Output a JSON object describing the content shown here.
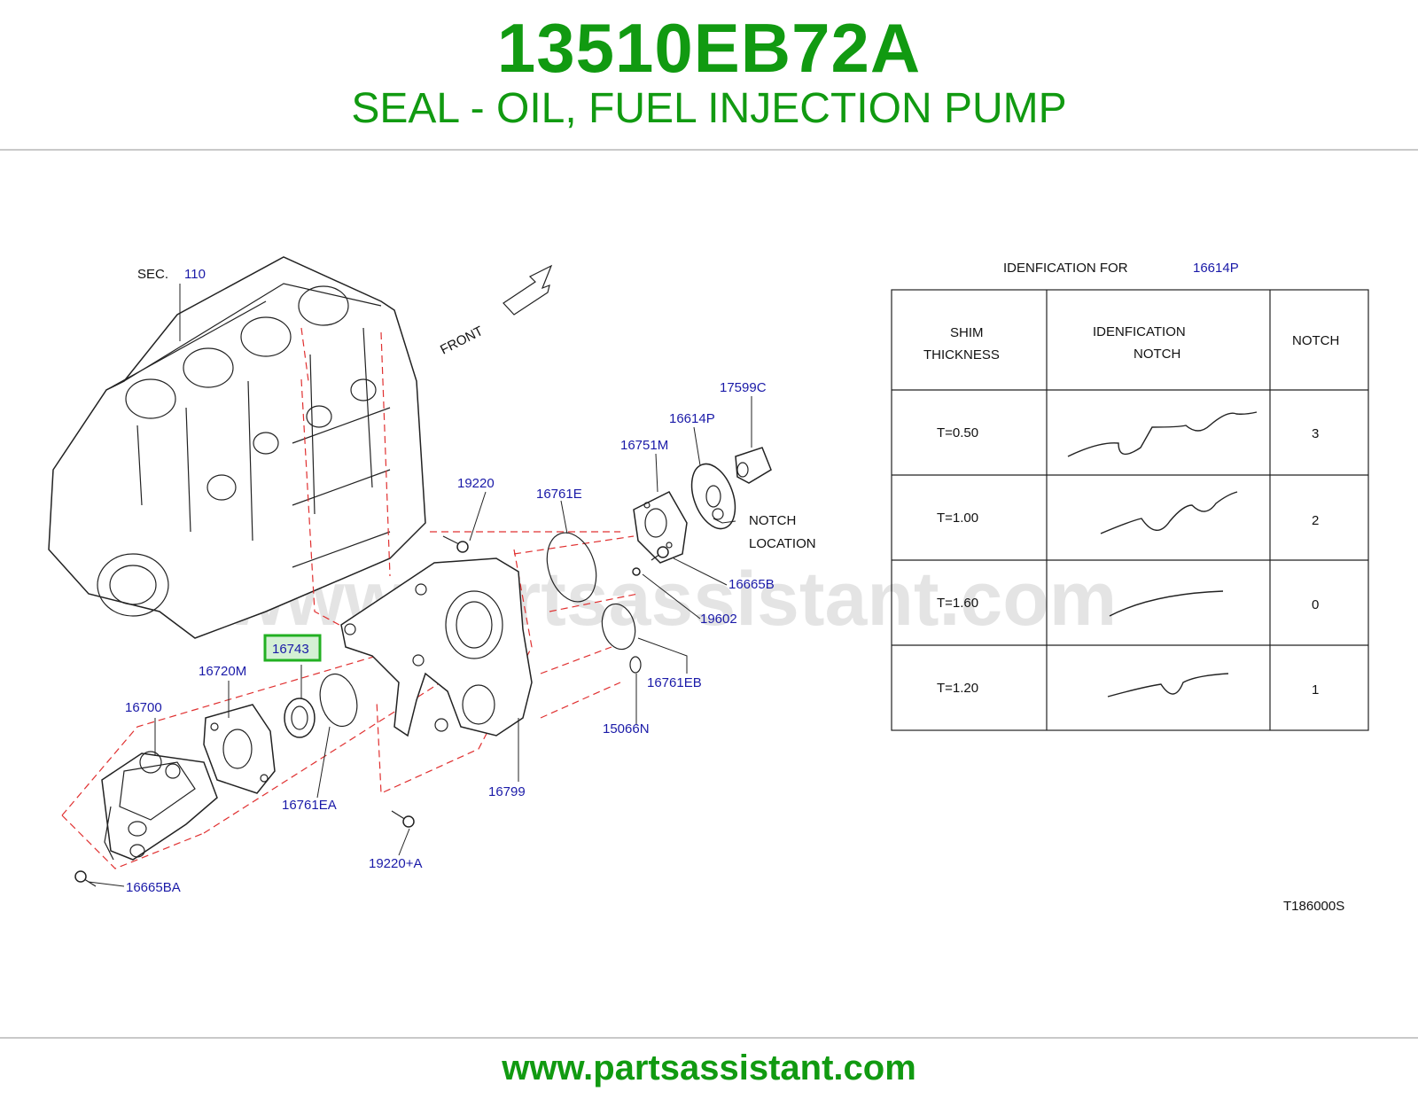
{
  "header": {
    "part_number": "13510EB72A",
    "description": "SEAL - OIL, FUEL INJECTION PUMP"
  },
  "diagram": {
    "section_prefix": "SEC.",
    "section_number": "110",
    "front_label": "FRONT",
    "notch_location_line1": "NOTCH",
    "notch_location_line2": "LOCATION",
    "watermark": "www.partsassistant.com",
    "drawing_code": "T186000S",
    "highlighted_part": "16743",
    "highlight_color": "#22b022",
    "callouts": {
      "c_17599C": "17599C",
      "c_16614P": "16614P",
      "c_16751M": "16751M",
      "c_19220": "19220",
      "c_16761E": "16761E",
      "c_16665B": "16665B",
      "c_19602": "19602",
      "c_16743": "16743",
      "c_16720M": "16720M",
      "c_16700": "16700",
      "c_16761EB": "16761EB",
      "c_15066N": "15066N",
      "c_16761EA": "16761EA",
      "c_16799": "16799",
      "c_19220A": "19220+A",
      "c_16665BA": "16665BA"
    }
  },
  "shim_table": {
    "title_prefix": "IDENFICATION   FOR",
    "title_part": "16614P",
    "headers": {
      "h1_line1": "SHIM",
      "h1_line2": "THICKNESS",
      "h2_line1": "IDENFICATION",
      "h2_line2": "NOTCH",
      "h3": "NOTCH"
    },
    "rows": [
      {
        "thickness": "T=0.50",
        "notch": "3"
      },
      {
        "thickness": "T=1.00",
        "notch": "2"
      },
      {
        "thickness": "T=1.60",
        "notch": "0"
      },
      {
        "thickness": "T=1.20",
        "notch": "1"
      }
    ]
  },
  "footer": {
    "url": "www.partsassistant.com"
  },
  "colors": {
    "title_green": "#119a11",
    "callout_blue": "#1a1aa8",
    "leader_red": "#e03030"
  }
}
